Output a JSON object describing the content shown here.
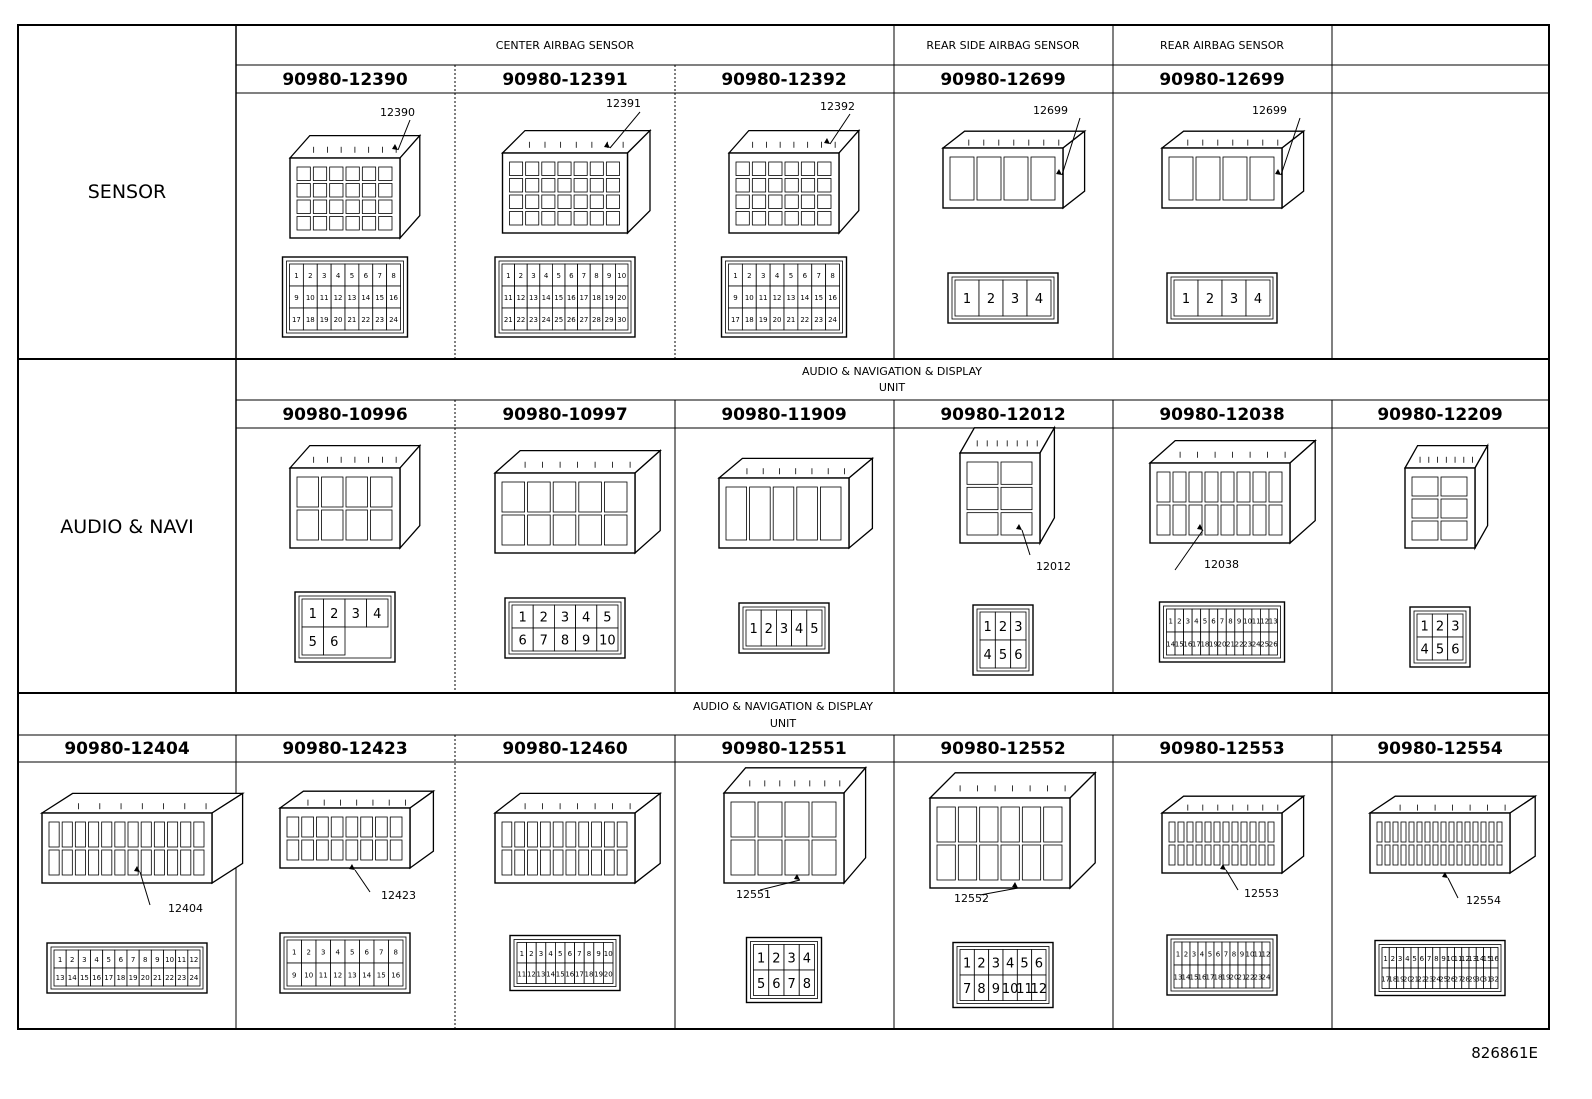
{
  "rows": [
    {
      "label": "SENSOR",
      "groups": [
        {
          "label": "CENTER AIRBAG SENSOR"
        },
        {
          "label": "REAR SIDE AIRBAG SENSOR"
        },
        {
          "label": "REAR AIRBAG SENSOR"
        },
        {
          "label": ""
        }
      ],
      "connectors": [
        {
          "part": "90980-12390",
          "callout": "12390",
          "pins": [
            "1",
            "2",
            "3",
            "4",
            "5",
            "6",
            "7",
            "8",
            "9",
            "10",
            "11",
            "12",
            "13",
            "14",
            "15",
            "16",
            "17",
            "18",
            "19",
            "20",
            "21",
            "22",
            "23",
            "24"
          ]
        },
        {
          "part": "90980-12391",
          "callout": "12391",
          "pins": [
            "1",
            "2",
            "3",
            "4",
            "5",
            "6",
            "7",
            "8",
            "9",
            "10",
            "11",
            "12",
            "13",
            "14",
            "15",
            "16",
            "17",
            "18",
            "19",
            "20",
            "21",
            "22",
            "23",
            "24",
            "25",
            "26",
            "27",
            "28",
            "29",
            "30"
          ]
        },
        {
          "part": "90980-12392",
          "callout": "12392",
          "pins": [
            "1",
            "2",
            "3",
            "4",
            "5",
            "6",
            "7",
            "8",
            "9",
            "10",
            "11",
            "12",
            "13",
            "14",
            "15",
            "16",
            "17",
            "18",
            "19",
            "20",
            "21",
            "22",
            "23",
            "24"
          ]
        },
        {
          "part": "90980-12699",
          "callout": "12699",
          "pins": [
            "1",
            "2",
            "3",
            "4"
          ]
        },
        {
          "part": "90980-12699",
          "callout": "12699",
          "pins": [
            "1",
            "2",
            "3",
            "4"
          ]
        },
        {
          "part": "",
          "callout": "",
          "pins": []
        }
      ]
    },
    {
      "label": "AUDIO & NAVI",
      "group_line1": "AUDIO & NAVIGATION & DISPLAY",
      "group_line2": "UNIT",
      "connectors": [
        {
          "part": "90980-10996",
          "callout": "",
          "pins": [
            "1",
            "2",
            "3",
            "4",
            "5",
            "6"
          ]
        },
        {
          "part": "90980-10997",
          "callout": "",
          "pins": [
            "1",
            "2",
            "3",
            "4",
            "5",
            "6",
            "7",
            "8",
            "9",
            "10"
          ]
        },
        {
          "part": "90980-11909",
          "callout": "",
          "pins": [
            "1",
            "2",
            "3",
            "4",
            "5"
          ]
        },
        {
          "part": "90980-12012",
          "callout": "12012",
          "pins": [
            "1",
            "2",
            "3",
            "4",
            "5",
            "6"
          ]
        },
        {
          "part": "90980-12038",
          "callout": "12038",
          "pins": [
            "1",
            "2",
            "3",
            "4",
            "5",
            "6",
            "7",
            "8",
            "9",
            "10",
            "11",
            "12",
            "13",
            "14",
            "15",
            "16",
            "17",
            "18",
            "19",
            "20",
            "21",
            "22",
            "23",
            "24",
            "25",
            "26"
          ]
        },
        {
          "part": "90980-12209",
          "callout": "",
          "pins": [
            "1",
            "2",
            "3",
            "4",
            "5",
            "6"
          ]
        }
      ]
    },
    {
      "label": "",
      "group_line1": "AUDIO & NAVIGATION & DISPLAY",
      "group_line2": "UNIT",
      "connectors": [
        {
          "part": "90980-12404",
          "callout": "12404",
          "pins": [
            "1",
            "2",
            "3",
            "4",
            "5",
            "6",
            "7",
            "8",
            "9",
            "10",
            "11",
            "12",
            "13",
            "14",
            "15",
            "16",
            "17",
            "18",
            "19",
            "20",
            "21",
            "22",
            "23",
            "24"
          ]
        },
        {
          "part": "90980-12423",
          "callout": "12423",
          "pins": [
            "1",
            "2",
            "3",
            "4",
            "5",
            "6",
            "7",
            "8",
            "9",
            "10",
            "11",
            "12",
            "13",
            "14",
            "15",
            "16"
          ]
        },
        {
          "part": "90980-12460",
          "callout": "",
          "pins": [
            "1",
            "2",
            "3",
            "4",
            "5",
            "6",
            "7",
            "8",
            "9",
            "10",
            "11",
            "12",
            "13",
            "14",
            "15",
            "16",
            "17",
            "18",
            "19",
            "20"
          ]
        },
        {
          "part": "90980-12551",
          "callout": "12551",
          "pins": [
            "1",
            "2",
            "3",
            "4",
            "5",
            "6",
            "7",
            "8"
          ]
        },
        {
          "part": "90980-12552",
          "callout": "12552",
          "pins": [
            "1",
            "2",
            "3",
            "4",
            "5",
            "6",
            "7",
            "8",
            "9",
            "10",
            "11",
            "12"
          ]
        },
        {
          "part": "90980-12553",
          "callout": "12553",
          "pins": [
            "1",
            "2",
            "3",
            "4",
            "5",
            "6",
            "7",
            "8",
            "9",
            "10",
            "11",
            "12",
            "13",
            "14",
            "15",
            "16",
            "17",
            "18",
            "19",
            "20",
            "21",
            "22",
            "23",
            "24"
          ]
        },
        {
          "part": "90980-12554",
          "callout": "12554",
          "pins": [
            "1",
            "2",
            "3",
            "4",
            "5",
            "6",
            "7",
            "8",
            "9",
            "10",
            "11",
            "12",
            "13",
            "14",
            "15",
            "16",
            "17",
            "18",
            "19",
            "20",
            "21",
            "22",
            "23",
            "24",
            "25",
            "26",
            "27",
            "28",
            "29",
            "30",
            "31",
            "32"
          ]
        }
      ]
    }
  ],
  "figure_id": "826861E"
}
